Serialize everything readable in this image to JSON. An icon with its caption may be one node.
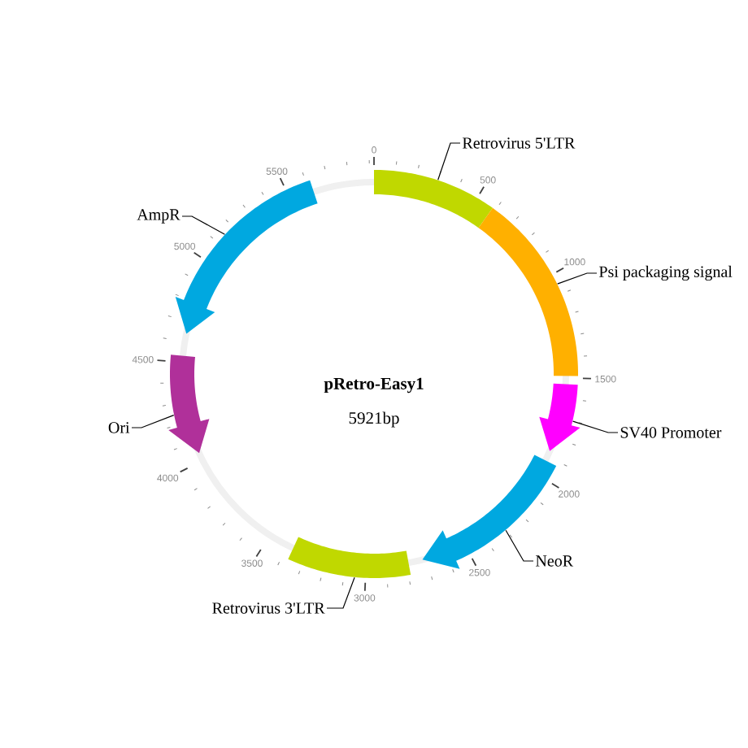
{
  "diagram": {
    "title": "pRetro-Easy1",
    "nodes": [
      {
        "text": [
          "Retrovirus 5'LTR"
        ]
      },
      {
        "text": [
          "Psi packaging signal"
        ]
      },
      {
        "text": [
          "SV40 Promoter"
        ]
      },
      {
        "text": [
          "NeoR"
        ]
      },
      {
        "text": [
          "Retrovirus 3'LTR"
        ]
      },
      {
        "text": [
          "Ori"
        ]
      },
      {
        "text": [
          "AmpR"
        ]
      },
      {
        "text": [],
        "shape": "bar"
      },
      {
        "text": [],
        "shape": "bar"
      },
      {
        "text": [],
        "shape": "arrow"
      },
      {
        "text": [],
        "shape": "arrow"
      },
      {
        "text": [],
        "shape": "bar"
      },
      {
        "text": [],
        "shape": "arrow"
      },
      {
        "text": [],
        "shape": "arrow"
      }
    ],
    "edges": [
      {
        "from": 0,
        "to": 7,
        "arrow": "none"
      },
      {
        "from": 1,
        "to": 8,
        "arrow": "none"
      },
      {
        "from": 2,
        "to": 9,
        "arrow": "none"
      },
      {
        "from": 3,
        "to": 10,
        "arrow": "none"
      },
      {
        "from": 4,
        "to": 11,
        "arrow": "none"
      },
      {
        "from": 5,
        "to": 12,
        "arrow": "none"
      },
      {
        "from": 6,
        "to": 13,
        "arrow": "none"
      }
    ],
    "labels": [
      "5921bp",
      "0",
      "500",
      "1000",
      "1500",
      "2000",
      "2500",
      "3000",
      "3500",
      "4000",
      "4500",
      "5000",
      "5500"
    ]
  }
}
